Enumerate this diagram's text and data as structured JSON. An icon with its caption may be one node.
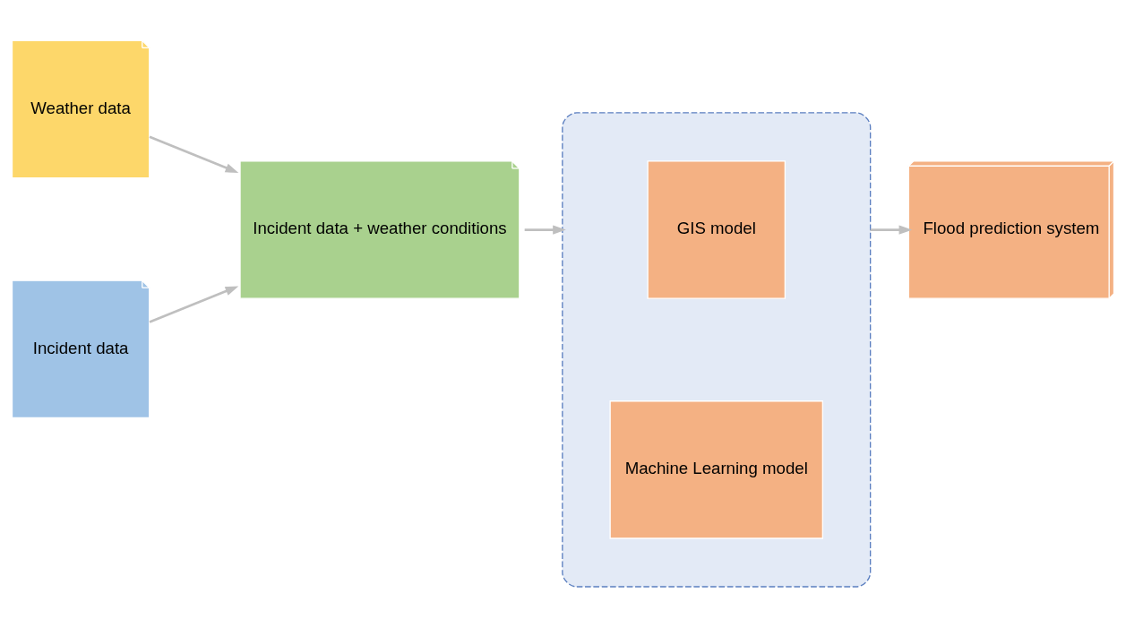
{
  "diagram": {
    "nodes": [
      {
        "text": [
          "Weather data"
        ]
      },
      {
        "text": [
          "Incident data"
        ]
      },
      {
        "text": [
          "Incident data + weather conditions"
        ]
      },
      {
        "text": [],
        "shape": "box"
      },
      {
        "text": [
          "GIS model"
        ],
        "in": 3
      },
      {
        "text": [
          "Machine Learning model"
        ],
        "in": 3
      },
      {
        "text": [
          "Flood prediction system"
        ]
      }
    ],
    "edges": [
      {
        "from": 0,
        "to": 2,
        "arrow": "to"
      },
      {
        "from": 1,
        "to": 2,
        "arrow": "to"
      },
      {
        "from": 2,
        "to": 3,
        "arrow": "to"
      },
      {
        "from": 3,
        "to": 6,
        "arrow": "to"
      }
    ]
  }
}
